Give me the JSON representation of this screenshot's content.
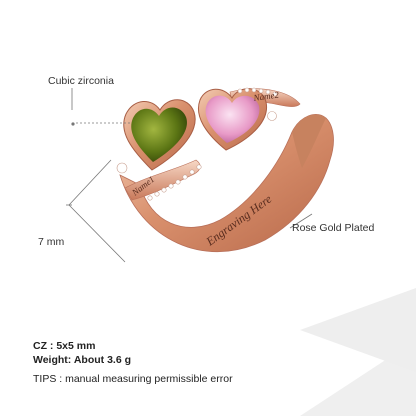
{
  "labels": {
    "stone": "Cubic zirconia",
    "width": "7 mm",
    "plating": "Rose Gold Plated"
  },
  "engraving": {
    "name1": "Name1",
    "name2": "Name2",
    "band": "Engraving Here"
  },
  "specs": {
    "cz": "CZ : 5x5 mm",
    "weight": "Weight: About 3.6 g",
    "tips": "TIPS : manual measuring permissible error"
  },
  "colors": {
    "rose_gold": "#e6a98a",
    "peridot_stone": "#5f7a17",
    "pink_stone": "#e69bc6",
    "background_shape": "#ececec"
  }
}
